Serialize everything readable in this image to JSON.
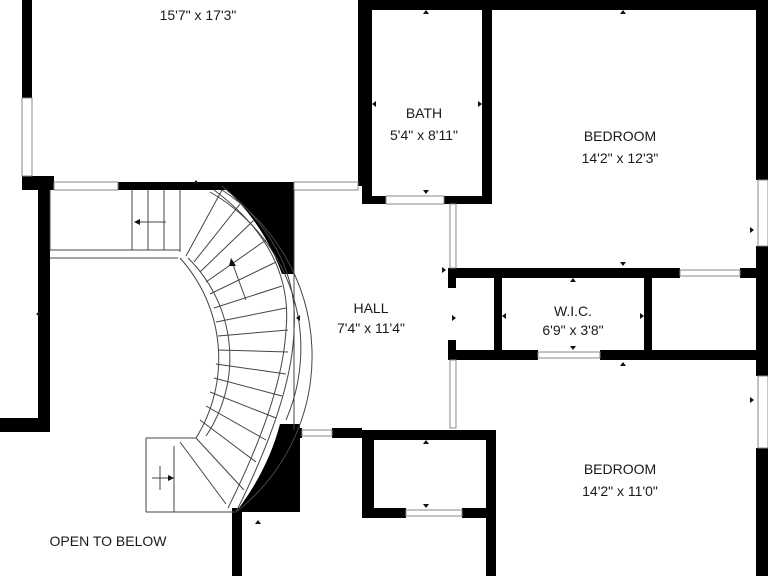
{
  "rooms": {
    "top_left": {
      "name": "",
      "dims": "15'7\" x 17'3\""
    },
    "bath": {
      "name": "BATH",
      "dims": "5'4\" x 8'11\""
    },
    "bedroom_top": {
      "name": "BEDROOM",
      "dims": "14'2\" x 12'3\""
    },
    "hall": {
      "name": "HALL",
      "dims": "7'4\" x 11'4\""
    },
    "wic": {
      "name": "W.I.C.",
      "dims": "6'9\" x 3'8\""
    },
    "bedroom_bottom": {
      "name": "BEDROOM",
      "dims": "14'2\" x 11'0\""
    },
    "open_below": {
      "name": "OPEN TO BELOW"
    }
  }
}
